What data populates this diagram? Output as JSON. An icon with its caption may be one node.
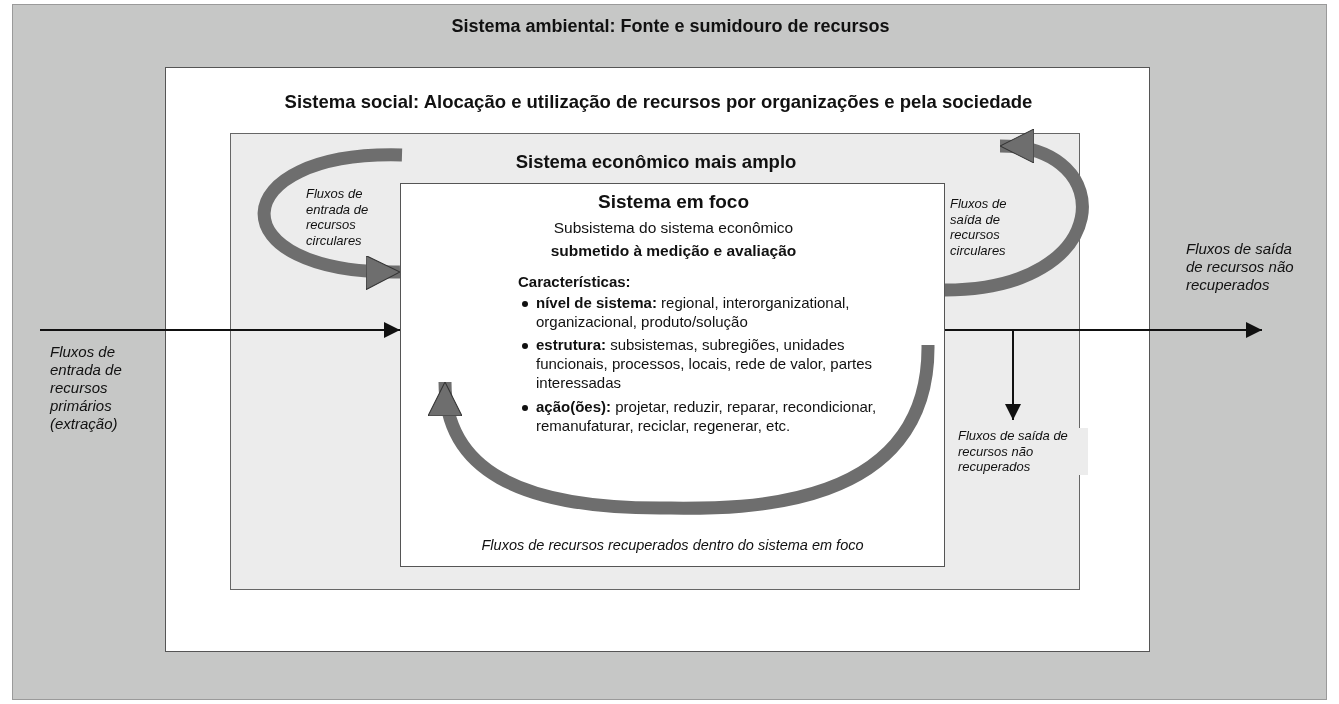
{
  "diagram": {
    "nodes": [
      {
        "text": [
          "Sistema ambiental: Fonte e sumidouro de recursos"
        ]
      },
      {
        "text": [
          "Sistema social: Alocação e utilização de recursos por organizações e pela sociedade"
        ],
        "in": 0
      },
      {
        "text": [
          "Sistema econômico mais amplo"
        ],
        "in": 1
      },
      {
        "text": [
          "Sistema em foco",
          "Subsistema do sistema econômico",
          "submetido à medição e avaliação",
          "Características:",
          "**nível de sistema:** regional, interorganizational, organizacional, produto/solução",
          "**estrutura:** subsistemas, subregiões, unidades funcionais, processos, locais, rede de valor, partes interessadas",
          "**ação(ões):** projetar, reduzir, reparar, recondicionar, remanufaturar, reciclar, regenerar, etc."
        ],
        "in": 2
      }
    ],
    "edges": [
      {
        "from": null,
        "to": 3,
        "arrow": "to",
        "label": "Fluxos de entrada de recursos primários (extração)"
      },
      {
        "from": 3,
        "to": null,
        "arrow": "to",
        "label": "Fluxos de saída de recursos não recuperados"
      },
      {
        "from": 3,
        "to": null,
        "arrow": "to",
        "label": "Fluxos de saída de recursos não recuperados"
      },
      {
        "from": null,
        "to": 3,
        "arrow": "to",
        "label": "Fluxos de entrada de recursos circulares",
        "style": "thick",
        "color": "#6e6e6e"
      },
      {
        "from": 3,
        "to": null,
        "arrow": "to",
        "label": "Fluxos de saída de recursos circulares",
        "style": "thick",
        "color": "#6e6e6e"
      },
      {
        "from": 3,
        "to": 3,
        "arrow": "to",
        "label": "Fluxos de recursos recuperados dentro do sistema em foco",
        "style": "thick",
        "color": "#6e6e6e"
      }
    ]
  }
}
